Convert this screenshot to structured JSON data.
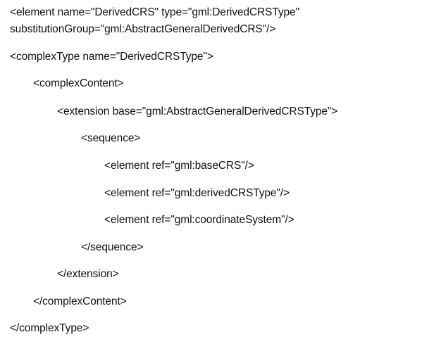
{
  "document": {
    "lines": [
      "<element name=\"DerivedCRS\" type=\"gml:DerivedCRSType\"",
      "substitutionGroup=\"gml:AbstractGeneralDerivedCRS\"/>",
      "<complexType name=\"DerivedCRSType\">",
      "<complexContent>",
      "<extension base=\"gml:AbstractGeneralDerivedCRSType\">",
      "<sequence>",
      "<element ref=\"gml:baseCRS\"/>",
      "<element ref=\"gml:derivedCRSType\"/>",
      "<element ref=\"gml:coordinateSystem\"/>",
      "</sequence>",
      "</extension>",
      "</complexContent>",
      "</complexType>"
    ]
  }
}
